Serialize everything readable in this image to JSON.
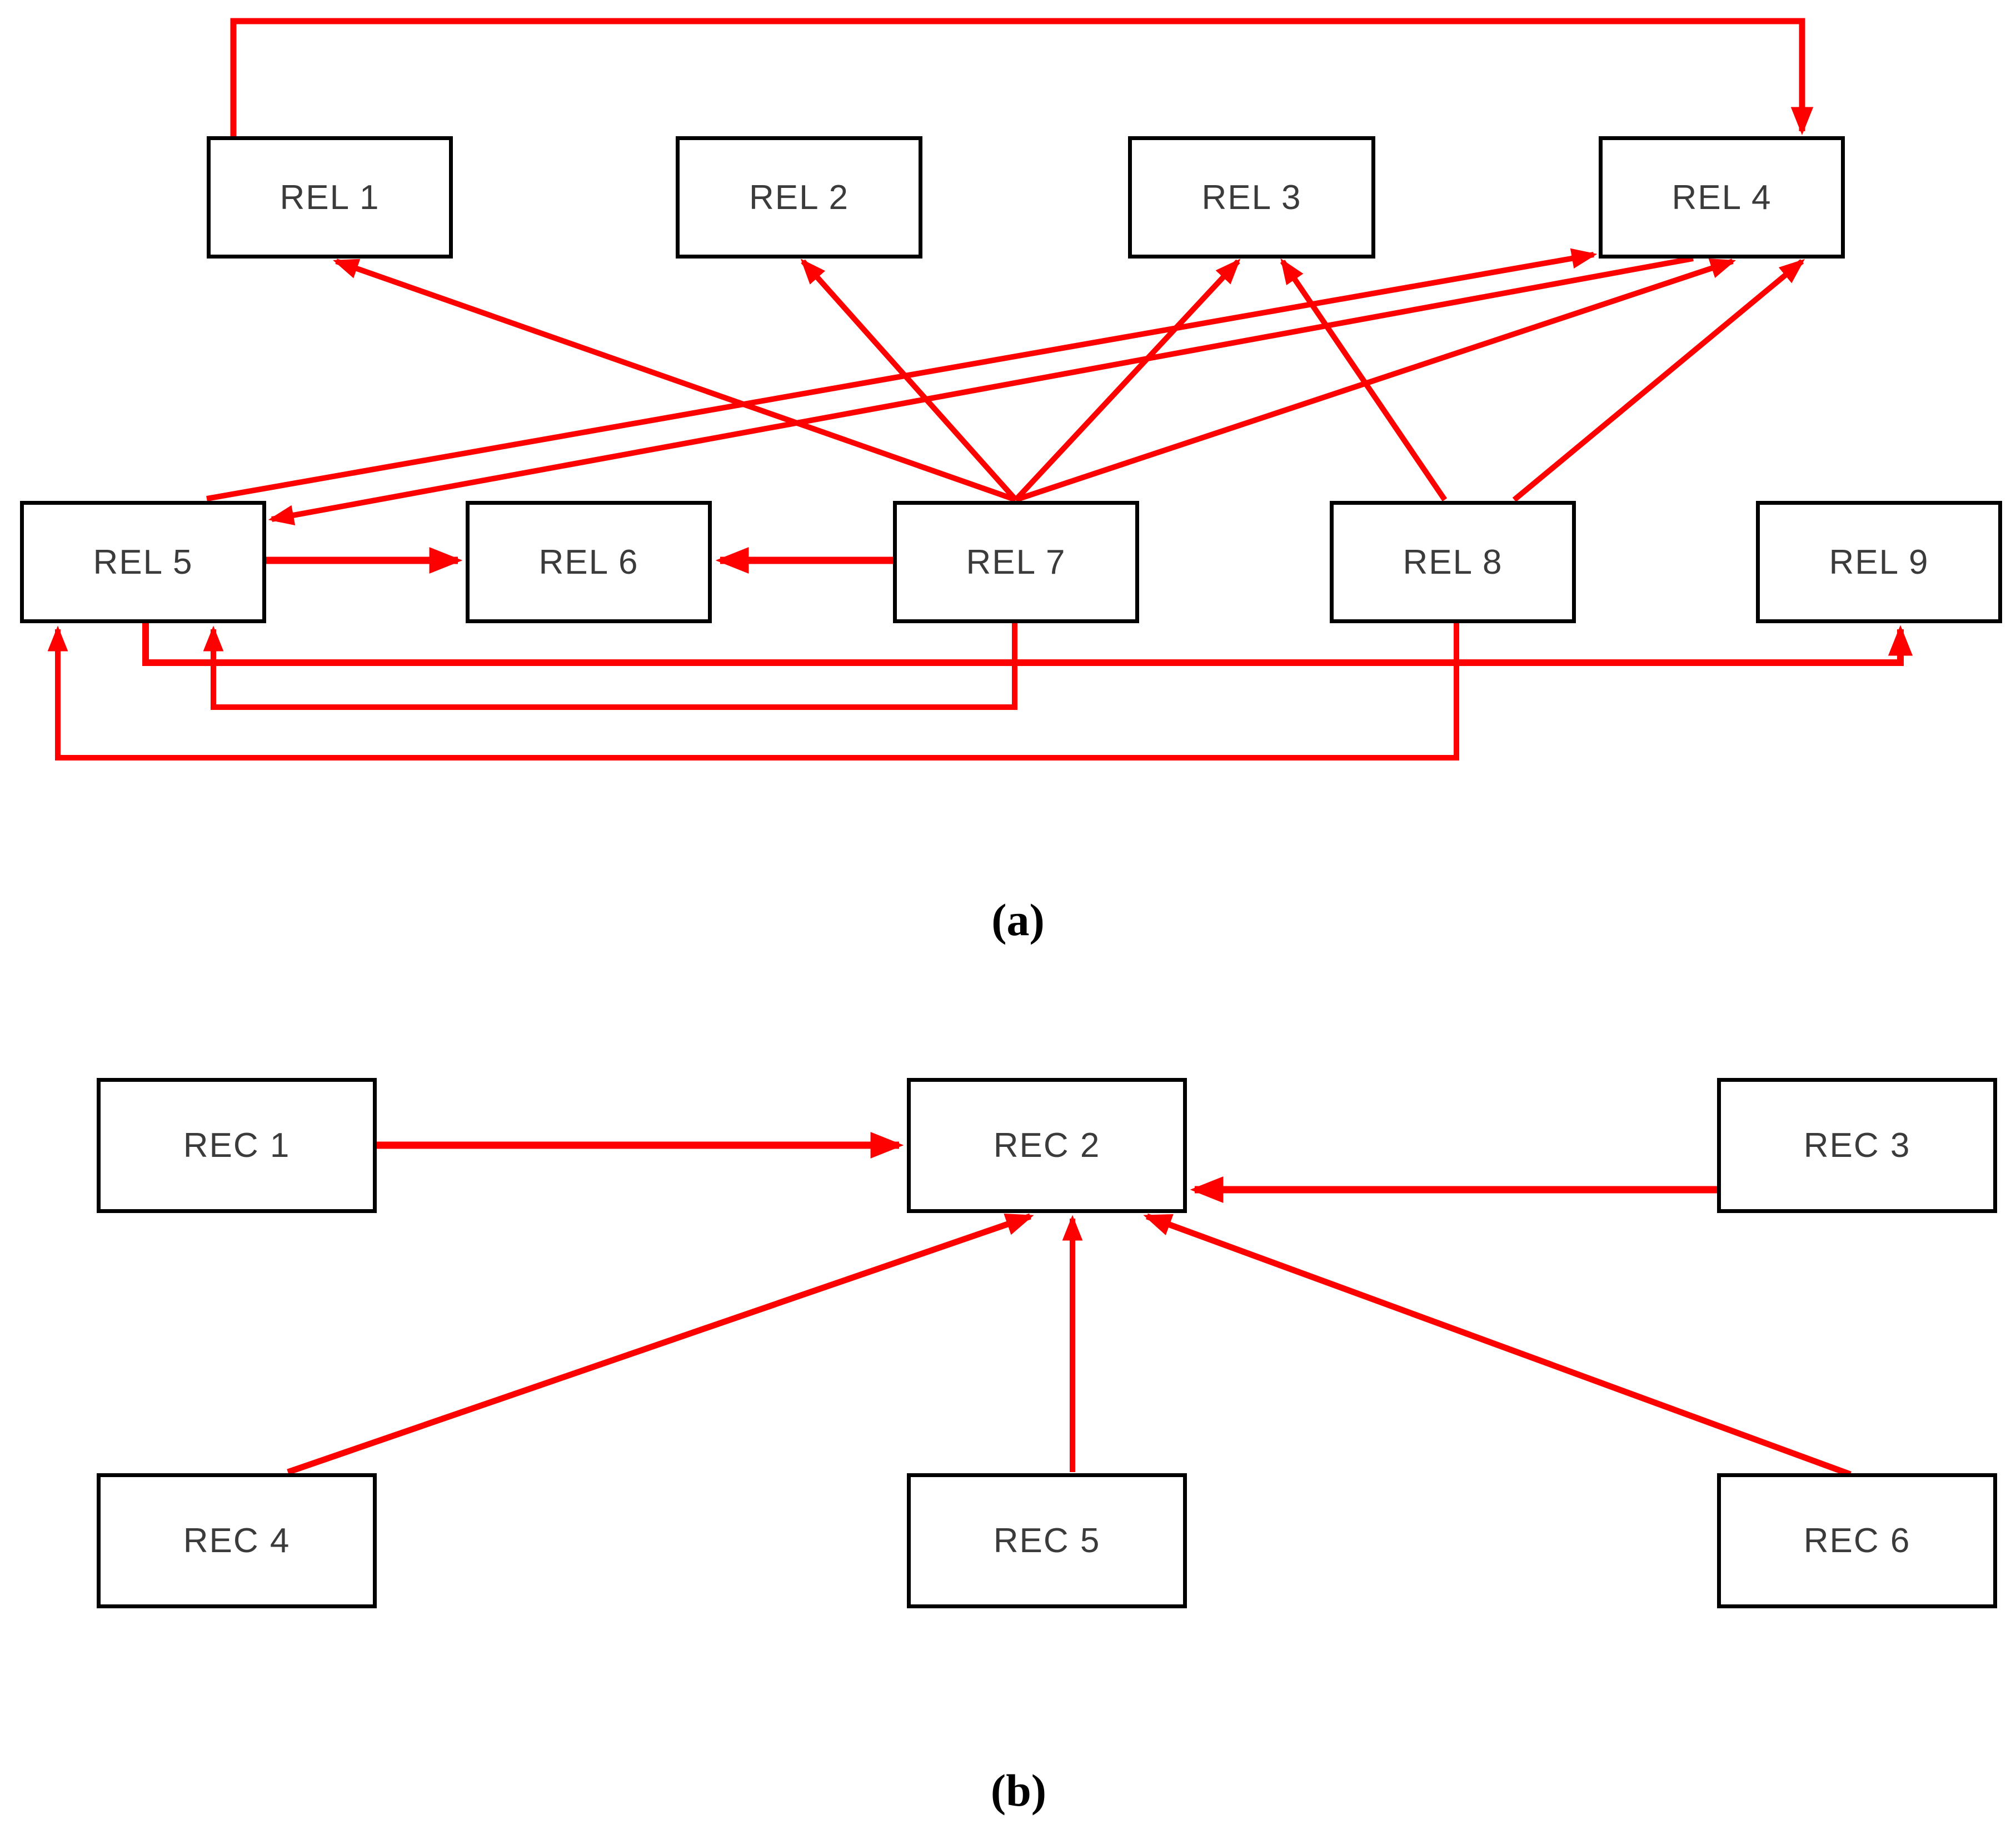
{
  "figure": {
    "arrow_color": "#FF0000",
    "box_border_color": "#000000",
    "background_color": "#FFFFFF",
    "panel_a": {
      "label": "(a)",
      "nodes": [
        {
          "id": "rel-1",
          "label": "REL 1"
        },
        {
          "id": "rel-2",
          "label": "REL 2"
        },
        {
          "id": "rel-3",
          "label": "REL 3"
        },
        {
          "id": "rel-4",
          "label": "REL 4"
        },
        {
          "id": "rel-5",
          "label": "REL 5"
        },
        {
          "id": "rel-6",
          "label": "REL 6"
        },
        {
          "id": "rel-7",
          "label": "REL 7"
        },
        {
          "id": "rel-8",
          "label": "REL 8"
        },
        {
          "id": "rel-9",
          "label": "REL 9"
        }
      ],
      "edges": [
        {
          "from": "REL 1",
          "to": "REL 4",
          "route": "orthogonal-top"
        },
        {
          "from": "REL 5",
          "to": "REL 4",
          "route": "diagonal"
        },
        {
          "from": "REL 4",
          "to": "REL 5",
          "route": "diagonal"
        },
        {
          "from": "REL 7",
          "to": "REL 1",
          "route": "diagonal"
        },
        {
          "from": "REL 7",
          "to": "REL 2",
          "route": "diagonal"
        },
        {
          "from": "REL 7",
          "to": "REL 3",
          "route": "diagonal"
        },
        {
          "from": "REL 7",
          "to": "REL 4",
          "route": "diagonal"
        },
        {
          "from": "REL 8",
          "to": "REL 3",
          "route": "diagonal"
        },
        {
          "from": "REL 8",
          "to": "REL 4",
          "route": "diagonal"
        },
        {
          "from": "REL 5",
          "to": "REL 6",
          "route": "straight"
        },
        {
          "from": "REL 7",
          "to": "REL 6",
          "route": "straight"
        },
        {
          "from": "REL 5",
          "to": "REL 9",
          "route": "orthogonal-bottom"
        },
        {
          "from": "REL 7",
          "to": "REL 5",
          "route": "orthogonal-bottom"
        },
        {
          "from": "REL 8",
          "to": "REL 5",
          "route": "orthogonal-bottom"
        }
      ]
    },
    "panel_b": {
      "label": "(b)",
      "nodes": [
        {
          "id": "rec-1",
          "label": "REC 1"
        },
        {
          "id": "rec-2",
          "label": "REC 2"
        },
        {
          "id": "rec-3",
          "label": "REC 3"
        },
        {
          "id": "rec-4",
          "label": "REC 4"
        },
        {
          "id": "rec-5",
          "label": "REC 5"
        },
        {
          "id": "rec-6",
          "label": "REC 6"
        }
      ],
      "edges": [
        {
          "from": "REC 1",
          "to": "REC 2",
          "route": "straight"
        },
        {
          "from": "REC 3",
          "to": "REC 2",
          "route": "straight"
        },
        {
          "from": "REC 4",
          "to": "REC 2",
          "route": "diagonal"
        },
        {
          "from": "REC 5",
          "to": "REC 2",
          "route": "straight"
        },
        {
          "from": "REC 6",
          "to": "REC 2",
          "route": "diagonal"
        }
      ]
    }
  }
}
